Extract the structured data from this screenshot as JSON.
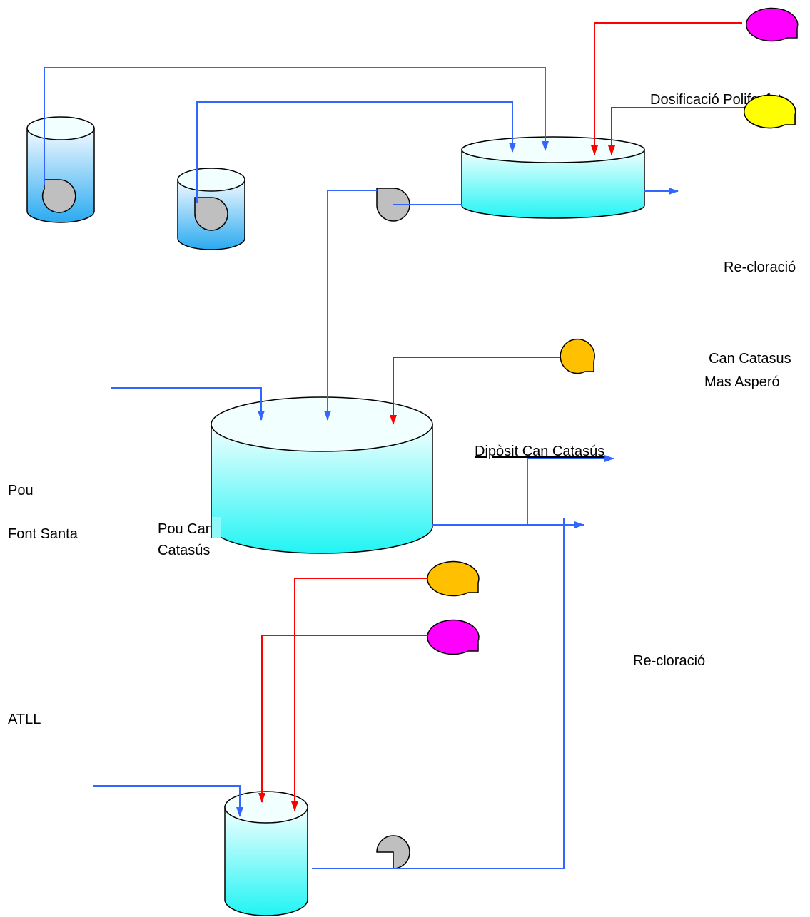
{
  "labels": {
    "dosificacio": "Dosificació Polifosfat",
    "recloracio_top": "Re-cloració",
    "can_catasus": "Can Catasus",
    "mas_aspero": "Mas Asperó",
    "diposit": "Dipòsit Can Catasús",
    "pou": "Pou",
    "font_santa": "Font Santa",
    "pou_can_catasus": "Pou Can Catasús",
    "recloracio_bottom": "Re-cloració",
    "atll": "ATLL"
  },
  "colors": {
    "pipe_water": "#3366ff",
    "pipe_chem": "#ff0000",
    "tank_top": "#eaffff",
    "tank_bottom_cyan": "#22f4f4",
    "tank_bottom_blue": "#2aaaf0",
    "pump": "#bfbfbf",
    "doser_magenta": "#ff00ff",
    "doser_yellow": "#ffff00",
    "doser_orange": "#ffc000"
  }
}
